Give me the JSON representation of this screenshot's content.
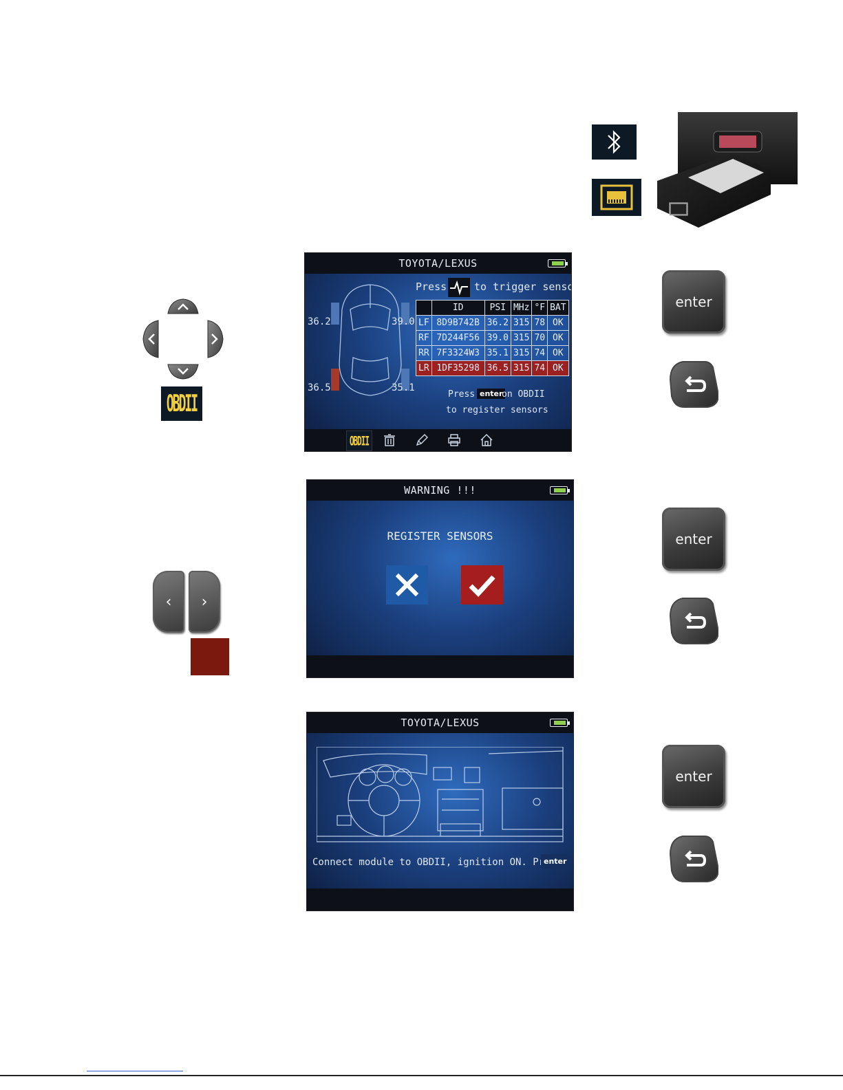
{
  "screen1": {
    "title": "TOYOTA/LEXUS",
    "instruction_prefix": "Press",
    "instruction_suffix": "to trigger sensor",
    "pressures": {
      "lf": "36.2",
      "rf": "39.0",
      "lr": "36.5",
      "rr": "35.1"
    },
    "table": {
      "headers": [
        "",
        "ID",
        "PSI",
        "MHz",
        "°F",
        "BAT"
      ],
      "rows": [
        [
          "LF",
          "8D9B742B",
          "36.2",
          "315",
          "78",
          "OK"
        ],
        [
          "RF",
          "7D244F56",
          "39.0",
          "315",
          "70",
          "OK"
        ],
        [
          "RR",
          "7F3324W3",
          "35.1",
          "315",
          "74",
          "OK"
        ],
        [
          "LR",
          "1DF35298",
          "36.5",
          "315",
          "74",
          "OK"
        ]
      ],
      "selected_row": 3
    },
    "hint_line1_prefix": "Press",
    "hint_key": "enter",
    "hint_line1_suffix": "on OBDII",
    "hint_line2": "to register sensors",
    "toolbar_obd": "OBDII"
  },
  "screen2": {
    "title": "WARNING !!!",
    "message": "REGISTER SENSORS"
  },
  "screen3": {
    "title": "TOYOTA/LEXUS",
    "message": "Connect module to OBDII, ignition ON. Press",
    "message_key": "enter"
  },
  "legend_obd": "OBDII",
  "keys": {
    "enter_label": "enter"
  },
  "colors": {
    "accent_red": "#7a1a0e",
    "bluetooth_bg": "#0d1a26",
    "screen_title_bg": "#0d1117"
  }
}
